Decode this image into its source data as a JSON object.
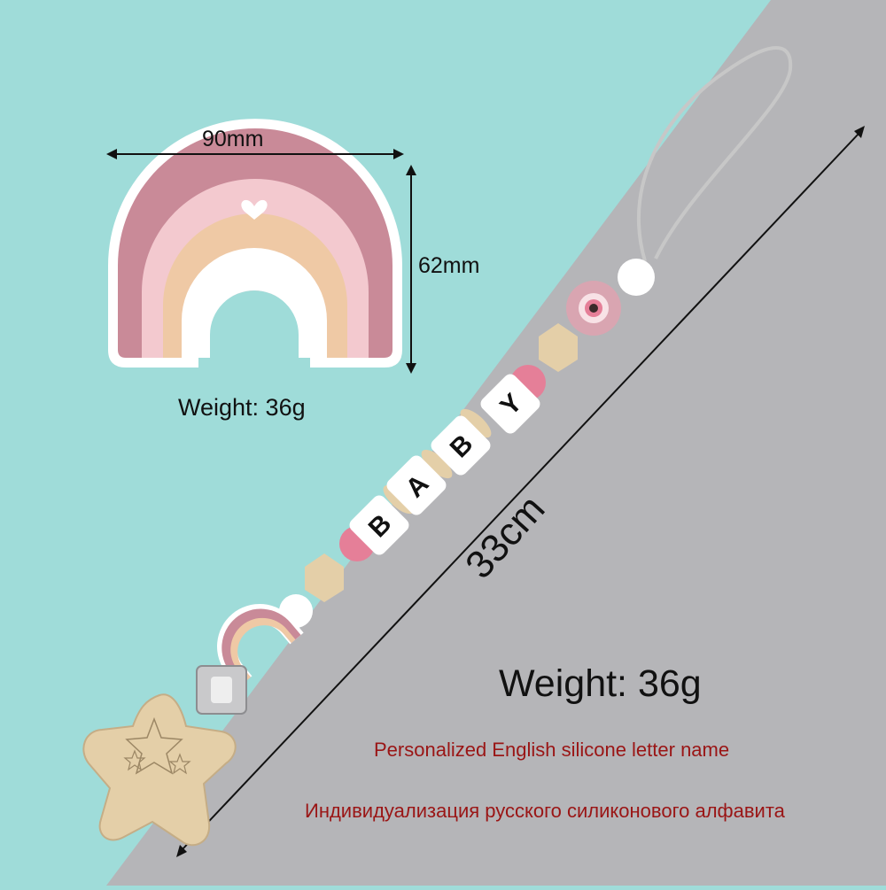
{
  "colors": {
    "background_teal": "#9fdcd9",
    "background_grey": "#b5b5b8",
    "rainbow_outer": "#c98a98",
    "rainbow_mid": "#f3c9cf",
    "rainbow_inner": "#efc9a5",
    "wood": "#e4cfa8",
    "pink_bead": "#e57f98",
    "text_red": "#9a1515"
  },
  "teether": {
    "width_label": "90mm",
    "height_label": "62mm",
    "weight_label": "Weight: 36g"
  },
  "clip": {
    "letters": [
      "B",
      "A",
      "B",
      "Y"
    ],
    "length_label": "33cm",
    "weight_label": "Weight: 36g"
  },
  "notes": {
    "english": "Personalized English silicone letter name",
    "russian": "Индивидуализация русского силиконового алфавита"
  }
}
